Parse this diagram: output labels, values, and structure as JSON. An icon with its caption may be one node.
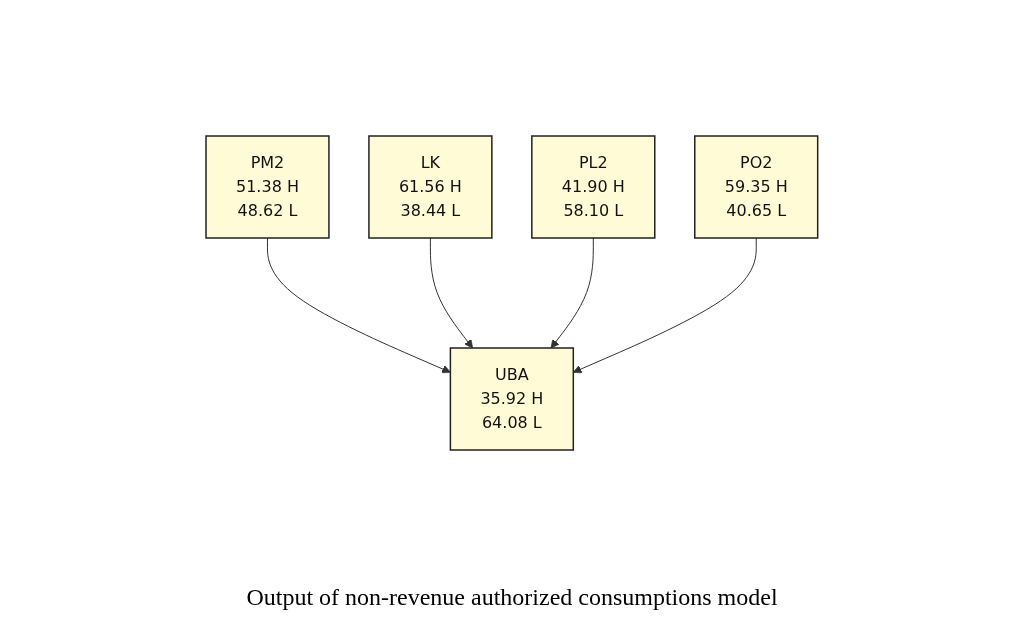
{
  "diagram": {
    "caption": "Output of non-revenue authorized consumptions model",
    "nodes": [
      {
        "text": [
          "PM2",
          "51.38 H",
          "48.62 L"
        ]
      },
      {
        "text": [
          "LK",
          "61.56 H",
          "38.44 L"
        ]
      },
      {
        "text": [
          "PL2",
          "41.90 H",
          "58.10 L"
        ]
      },
      {
        "text": [
          "PO2",
          "59.35 H",
          "40.65 L"
        ]
      },
      {
        "text": [
          "UBA",
          "35.92 H",
          "64.08 L"
        ]
      }
    ],
    "edges": [
      {
        "from": 0,
        "to": 4,
        "arrow": "to"
      },
      {
        "from": 1,
        "to": 4,
        "arrow": "to"
      },
      {
        "from": 2,
        "to": 4,
        "arrow": "to"
      },
      {
        "from": 3,
        "to": 4,
        "arrow": "to"
      }
    ]
  }
}
